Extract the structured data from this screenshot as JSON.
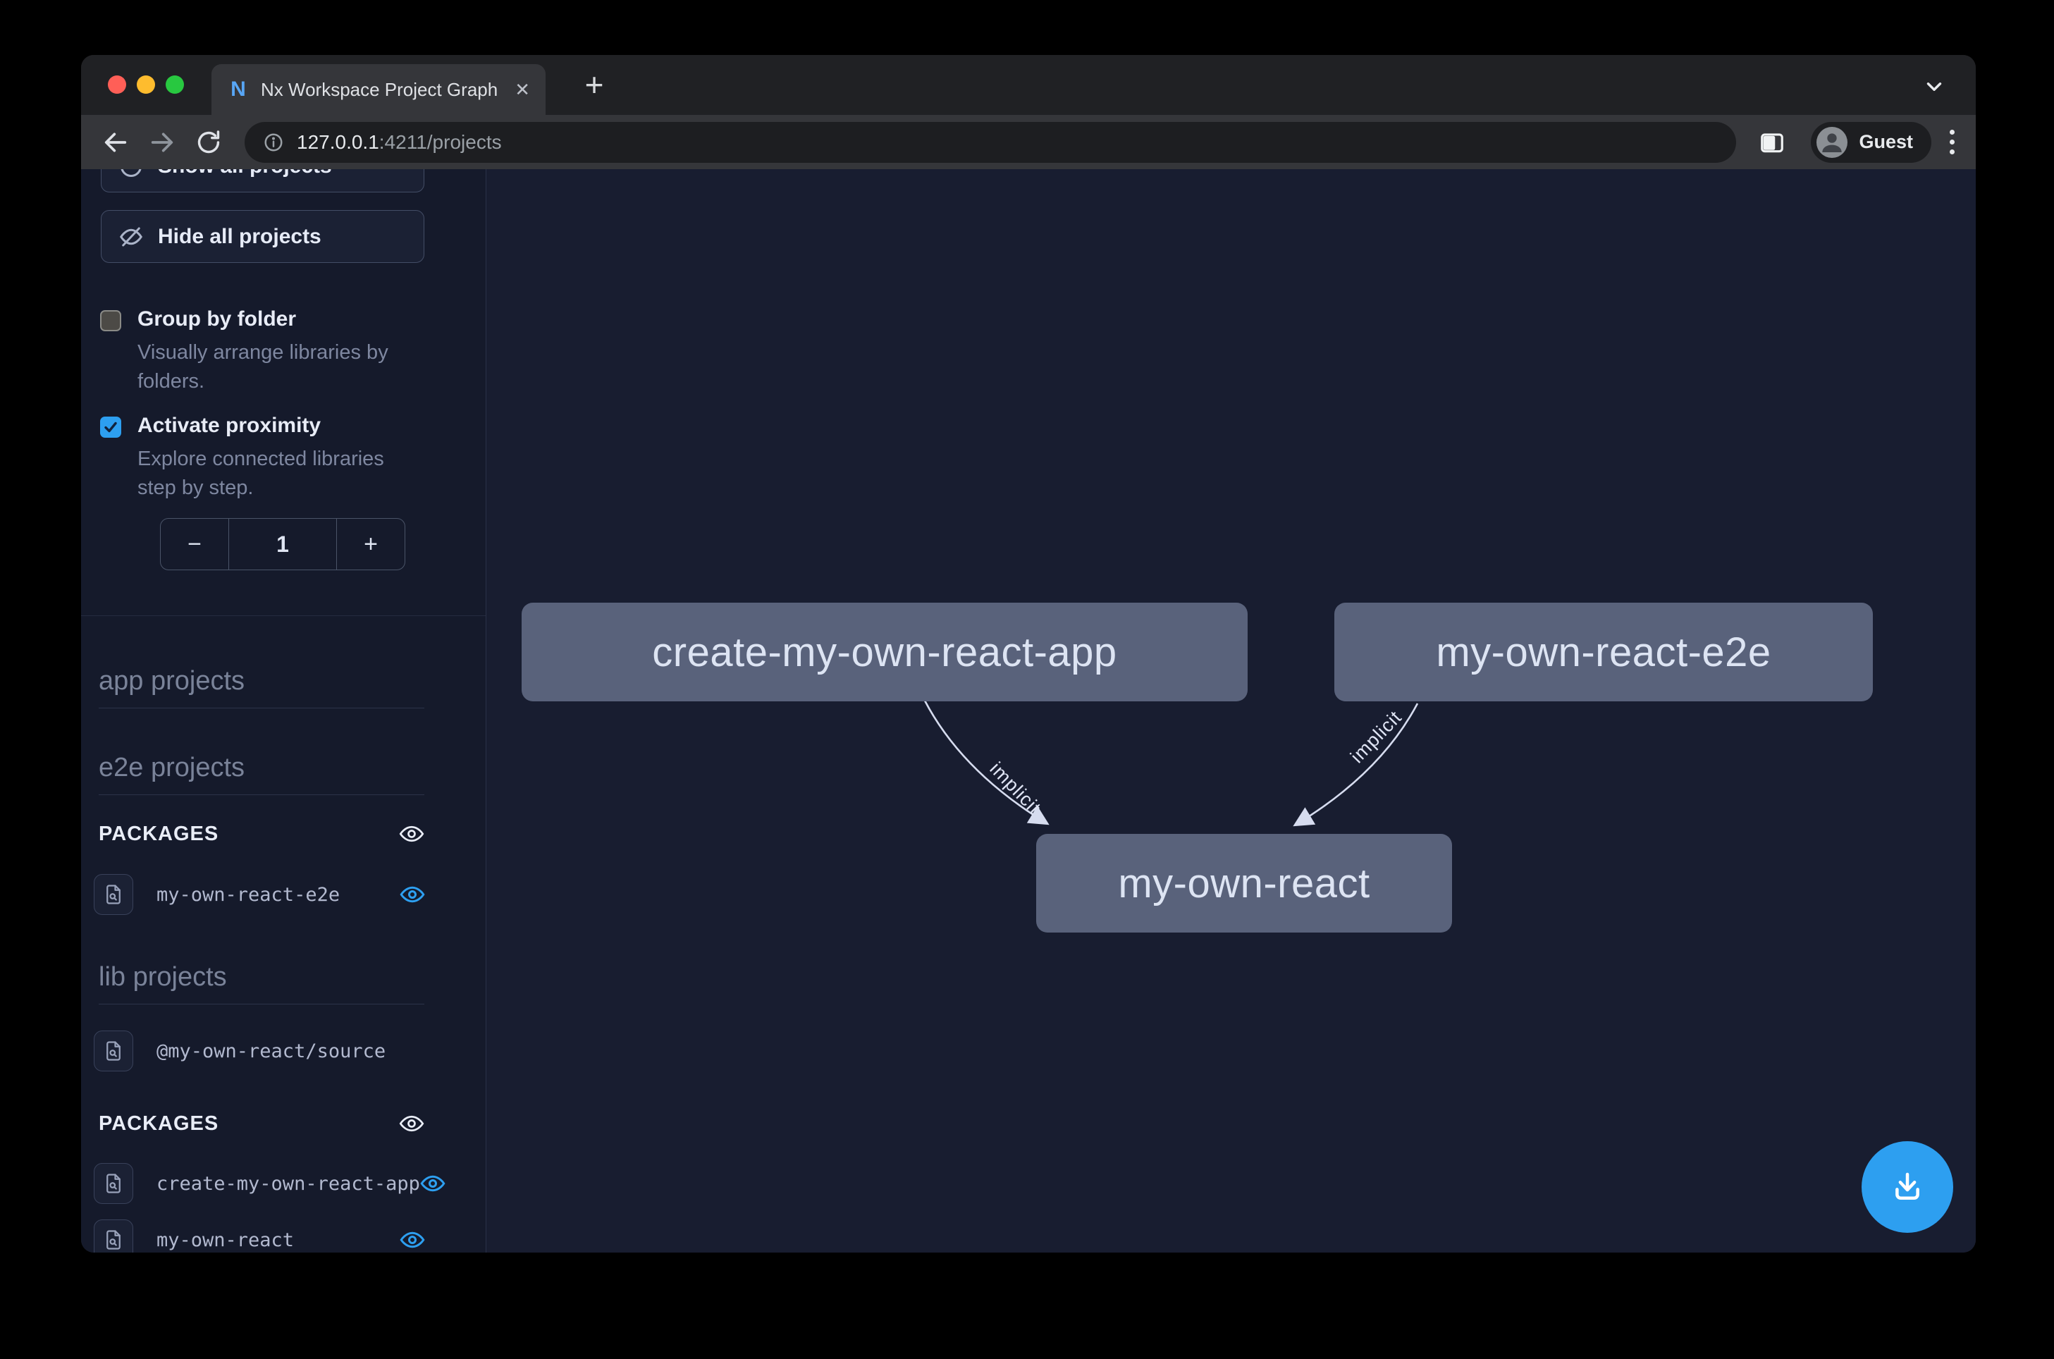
{
  "browser": {
    "tab_title": "Nx Workspace Project Graph",
    "close_tab_glyph": "✕",
    "new_tab_glyph": "+",
    "url_host": "127.0.0.1",
    "url_path": ":4211/projects",
    "profile_label": "Guest"
  },
  "sidebar": {
    "show_all_label": "Show all projects",
    "hide_all_label": "Hide all projects",
    "group_by_folder": {
      "label": "Group by folder",
      "description": "Visually arrange libraries by folders.",
      "checked": false
    },
    "activate_proximity": {
      "label": "Activate proximity",
      "description": "Explore connected libraries step by step.",
      "checked": true
    },
    "proximity_depth": "1",
    "stepper": {
      "decrement": "−",
      "increment": "+"
    },
    "headings": {
      "app": "app projects",
      "e2e": "e2e projects",
      "lib": "lib projects"
    },
    "packages_e2e": {
      "title": "PACKAGES",
      "items": [
        {
          "label": "my-own-react-e2e"
        }
      ]
    },
    "lib_items": [
      {
        "label": "@my-own-react/source"
      }
    ],
    "packages_lib": {
      "title": "PACKAGES",
      "items": [
        {
          "label": "create-my-own-react-app"
        },
        {
          "label": "my-own-react"
        }
      ]
    }
  },
  "graph": {
    "nodes": [
      {
        "id": "create-my-own-react-app"
      },
      {
        "id": "my-own-react-e2e"
      },
      {
        "id": "my-own-react"
      }
    ],
    "edges": [
      {
        "from": "create-my-own-react-app",
        "to": "my-own-react",
        "label": "implicit"
      },
      {
        "from": "my-own-react-e2e",
        "to": "my-own-react",
        "label": "implicit"
      }
    ]
  },
  "colors": {
    "accent_blue": "#2d9ff0",
    "node_background": "#59627b",
    "canvas_background": "#181d30",
    "sidebar_background": "#151a2b",
    "chrome_frame": "#202124",
    "chrome_toolbar": "#35363a",
    "edge": "#d6dcef"
  }
}
